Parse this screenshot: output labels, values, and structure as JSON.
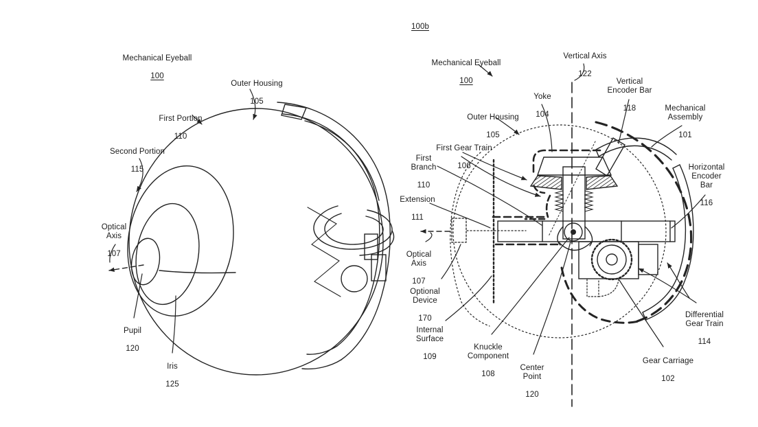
{
  "figure_label": "100b",
  "left_view": {
    "labels": {
      "mechanical_eyeball": {
        "text": "Mechanical Eyeball",
        "ref": "100"
      },
      "outer_housing": {
        "text": "Outer Housing",
        "ref": "105"
      },
      "first_portion": {
        "text": "First Portion",
        "ref": "110"
      },
      "second_portion": {
        "text": "Second Portion",
        "ref": "115"
      },
      "optical_axis": {
        "text": "Optical\nAxis",
        "ref": "107"
      },
      "pupil": {
        "text": "Pupil",
        "ref": "120"
      },
      "iris": {
        "text": "Iris",
        "ref": "125"
      }
    }
  },
  "right_view": {
    "labels": {
      "mechanical_eyeball": {
        "text": "Mechanical Eyeball",
        "ref": "100"
      },
      "vertical_axis": {
        "text": "Vertical Axis",
        "ref": "122"
      },
      "yoke": {
        "text": "Yoke",
        "ref": "104"
      },
      "vertical_encoder_bar": {
        "text": "Vertical\nEncoder Bar",
        "ref": "118"
      },
      "mechanical_assembly": {
        "text": "Mechanical\nAssembly",
        "ref": "101"
      },
      "outer_housing": {
        "text": "Outer Housing",
        "ref": "105"
      },
      "first_gear_train": {
        "text": "First Gear Train",
        "ref": "106"
      },
      "first_branch": {
        "text": "First\nBranch",
        "ref": "110"
      },
      "horizontal_encoder_bar": {
        "text": "Horizontal\nEncoder\nBar",
        "ref": "116"
      },
      "extension": {
        "text": "Extension",
        "ref": "111"
      },
      "optical_axis": {
        "text": "Optical\nAxis",
        "ref": "107"
      },
      "optional_device": {
        "text": "Optional\nDevice",
        "ref": "170"
      },
      "internal_surface": {
        "text": "Internal\nSurface",
        "ref": "109"
      },
      "knuckle_component": {
        "text": "Knuckle\nComponent",
        "ref": "108"
      },
      "center_point": {
        "text": "Center\nPoint",
        "ref": "120"
      },
      "differential_gear_train": {
        "text": "Differential\nGear Train",
        "ref": "114"
      },
      "gear_carriage": {
        "text": "Gear Carriage",
        "ref": "102"
      }
    }
  }
}
